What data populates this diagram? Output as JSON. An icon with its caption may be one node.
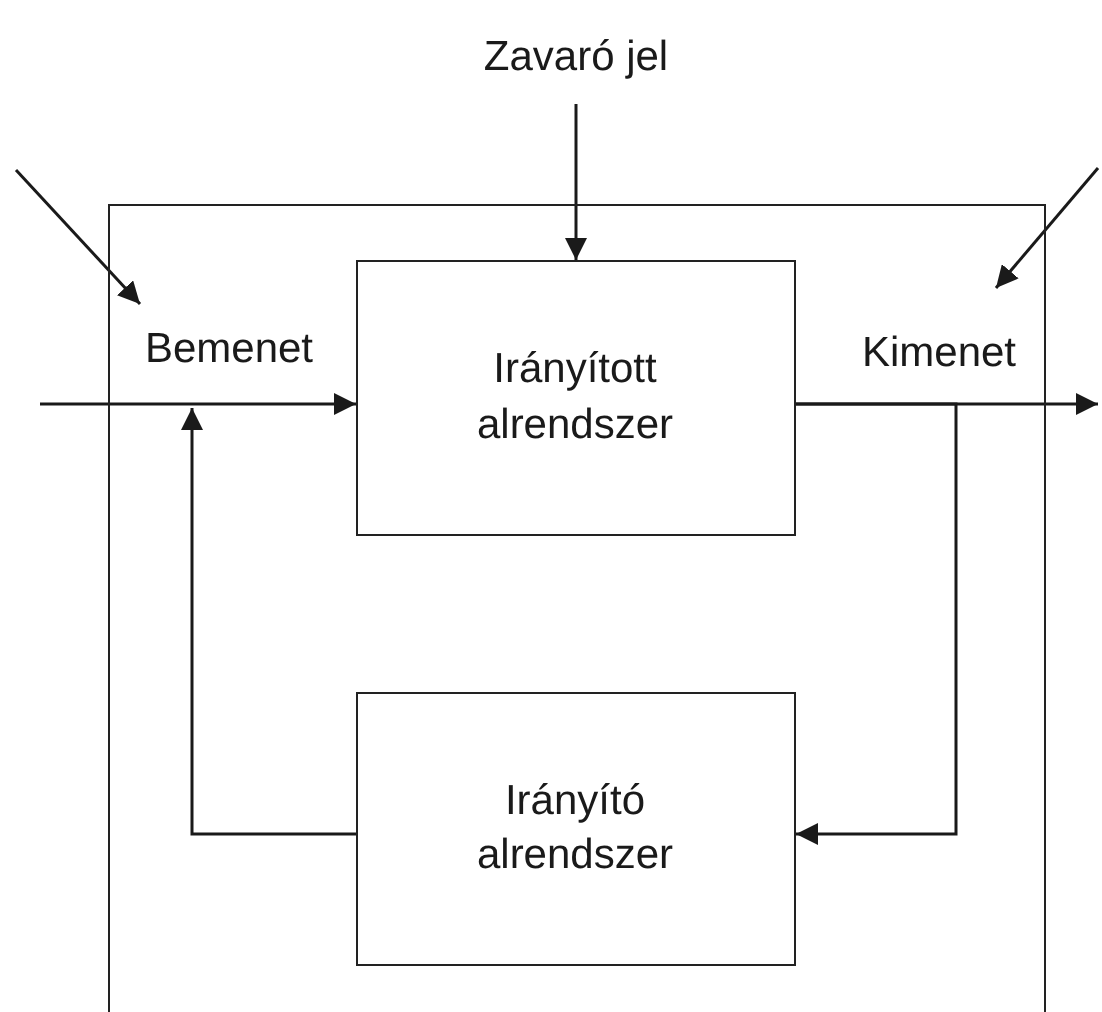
{
  "diagram": {
    "nodes": [
      {
        "text": [
          "Zavaró jel"
        ]
      },
      {
        "text": [],
        "shape": "box"
      },
      {
        "text": [
          "Bemenet"
        ],
        "in": 1
      },
      {
        "text": [
          "Irányított alrendszer"
        ],
        "in": 1
      },
      {
        "text": [
          "Kimenet"
        ],
        "in": 1
      },
      {
        "text": [
          "Irányító alrendszer"
        ],
        "in": 1
      }
    ],
    "edges": [
      {
        "from": 0,
        "to": 3,
        "arrow": "to"
      },
      {
        "from": null,
        "to": 2,
        "arrow": "to"
      },
      {
        "from": null,
        "to": 4,
        "arrow": "to"
      },
      {
        "from": null,
        "to": 3,
        "arrow": "to"
      },
      {
        "from": 3,
        "to": null,
        "arrow": "to"
      },
      {
        "from": 3,
        "to": 5,
        "arrow": "to"
      },
      {
        "from": 5,
        "to": 2,
        "arrow": "to"
      }
    ]
  }
}
